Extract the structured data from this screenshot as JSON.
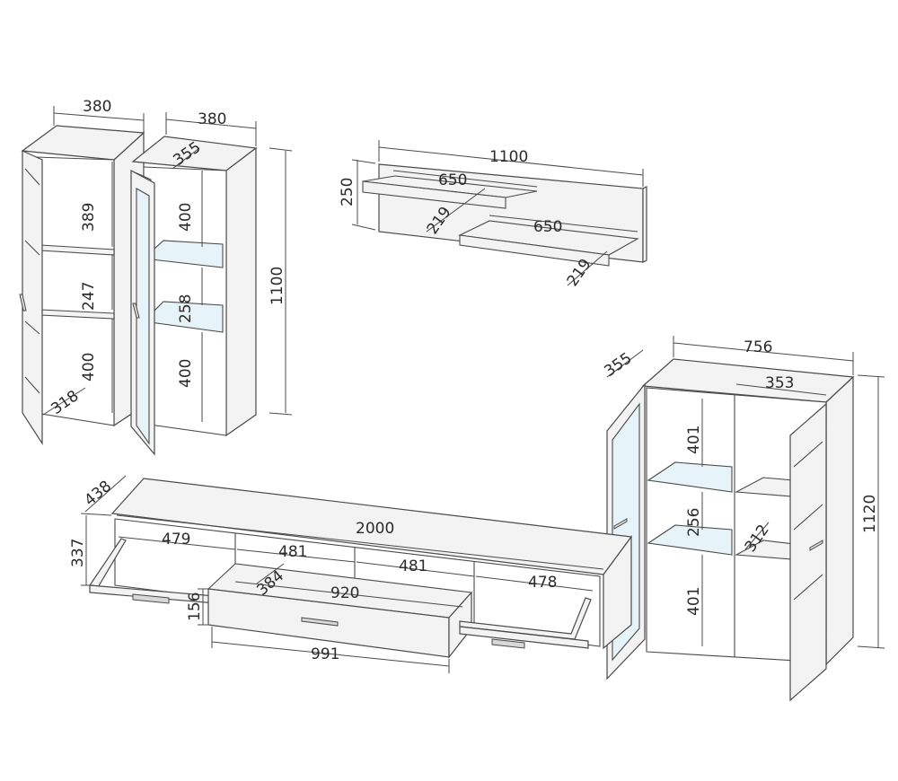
{
  "dimensions": {
    "left_cabinet_width": "380",
    "left_cabinet_shelf_top": "389",
    "left_cabinet_shelf_mid": "247",
    "left_cabinet_shelf_bottom": "400",
    "left_cabinet_depth": "318",
    "glass_cabinet_width": "380",
    "glass_cabinet_depth": "355",
    "glass_cabinet_top": "400",
    "glass_cabinet_mid": "258",
    "glass_cabinet_bottom": "400",
    "glass_cabinet_height": "1100",
    "wall_panel_width": "1100",
    "wall_panel_height": "250",
    "shelf_upper_length": "650",
    "shelf_upper_depth": "219",
    "shelf_lower_length": "650",
    "shelf_lower_depth": "219",
    "highboard_width": "756",
    "highboard_depth": "355",
    "highboard_inner_width": "353",
    "highboard_top": "401",
    "highboard_mid": "256",
    "highboard_bottom": "401",
    "highboard_shelf_depth": "312",
    "highboard_height": "1120",
    "tv_depth": "438",
    "tv_length": "2000",
    "tv_height": "337",
    "tv_comp1": "479",
    "tv_comp2": "481",
    "tv_comp3": "481",
    "tv_comp4": "478",
    "drawer_depth": "384",
    "drawer_inner_width": "920",
    "drawer_height": "156",
    "drawer_front_width": "991"
  }
}
